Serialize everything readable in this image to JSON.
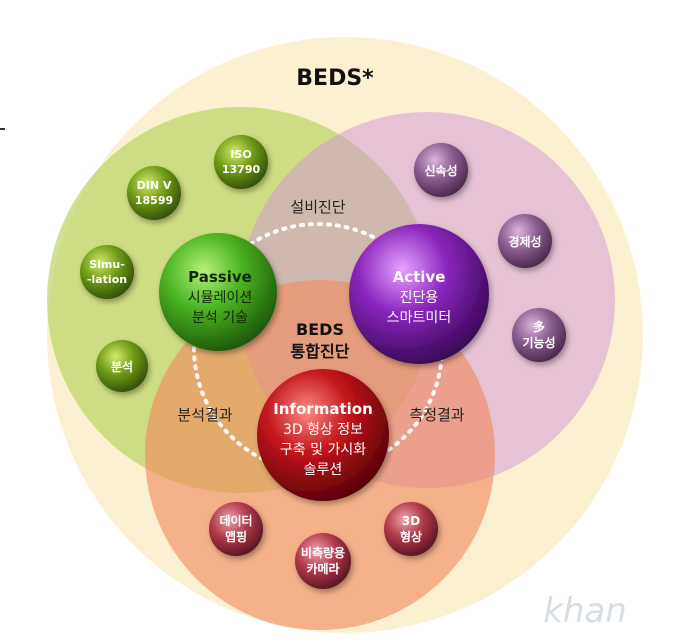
{
  "title": "BEDS*",
  "center": {
    "line1": "BEDS",
    "line2": "통합진단"
  },
  "overlaps": {
    "top": "설비진단",
    "left": "분석결과",
    "right": "측정결과"
  },
  "spheres": {
    "passive": {
      "title": "Passive",
      "line1": "시뮬레이션",
      "line2": "분석 기술"
    },
    "active": {
      "title": "Active",
      "line1": "진단용",
      "line2": "스마트미터"
    },
    "information": {
      "title": "Information",
      "line1": "3D 형상 정보",
      "line2": "구축 및 가시화",
      "line3": "솔루션"
    }
  },
  "green_items": [
    {
      "line1": "ISO",
      "line2": "13790"
    },
    {
      "line1": "DIN V",
      "line2": "18599"
    },
    {
      "line1": "Simu-",
      "line2": "-lation"
    },
    {
      "line1": "분석",
      "line2": ""
    }
  ],
  "purple_items": [
    {
      "line1": "신속성",
      "line2": ""
    },
    {
      "line1": "경제성",
      "line2": ""
    },
    {
      "line1": "多",
      "line2": "기능성"
    }
  ],
  "red_items": [
    {
      "line1": "데이터",
      "line2": "맵핑"
    },
    {
      "line1": "비측량용",
      "line2": "카메라"
    },
    {
      "line1": "3D",
      "line2": "형상"
    }
  ],
  "watermark": "khan",
  "colors": {
    "outer": "#fbf0cf",
    "green_circle": "#c9dd7e",
    "purple_circle": "#e3c3e8",
    "red_circle": "#f3a27a",
    "green_sphere": "#46b21f",
    "purple_sphere": "#8f2ac0",
    "red_sphere": "#c4141a"
  }
}
